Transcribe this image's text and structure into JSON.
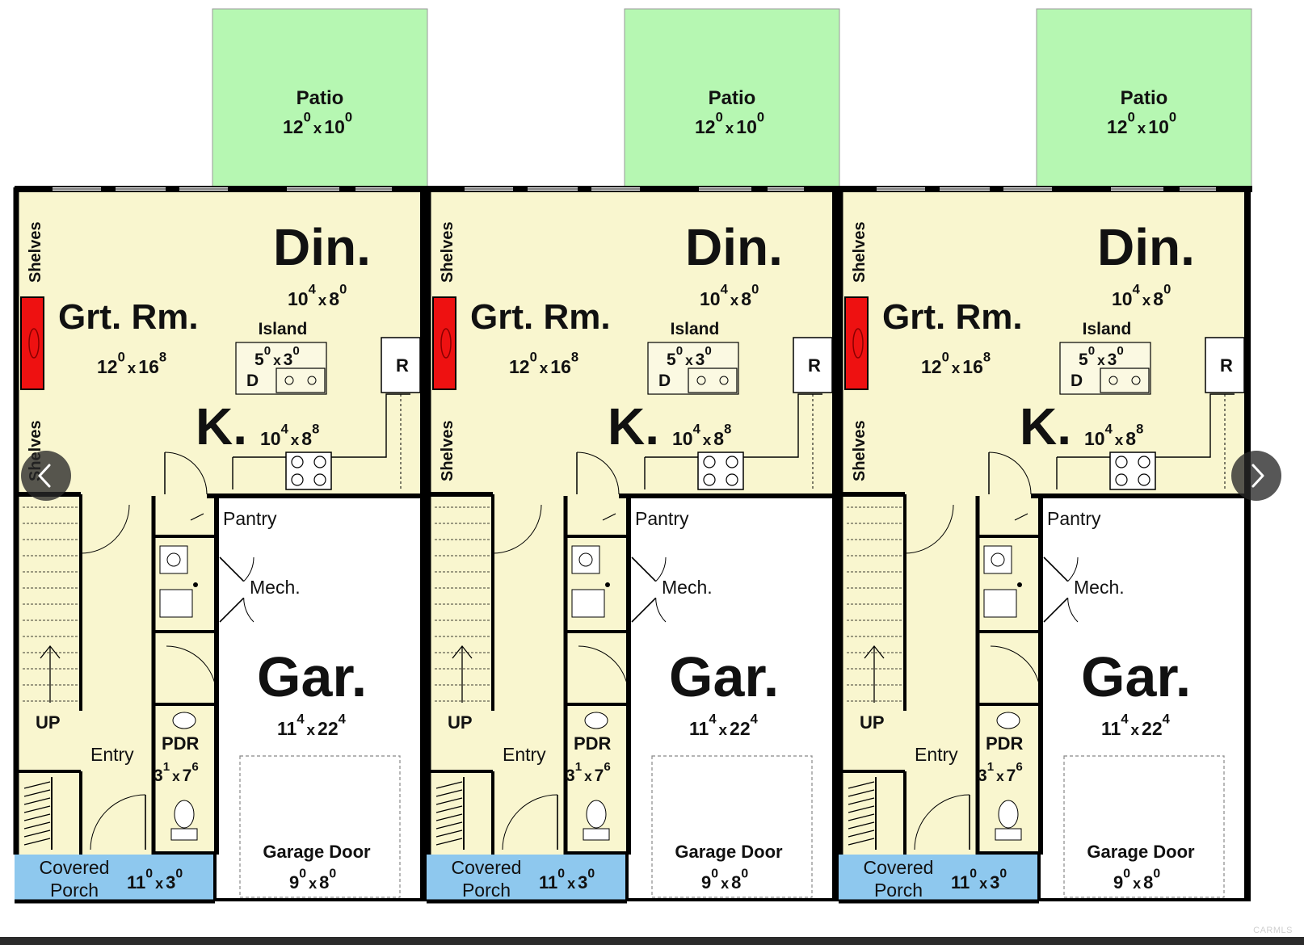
{
  "colors": {
    "patio": "#b6f7b2",
    "interior": "#f9f6cf",
    "porch": "#8ec8ee",
    "wall": "#000000",
    "fireplace": "#ee1111",
    "garage": "#ffffff",
    "nav_button": "#2f2f2f",
    "bottom_bar": "#2b2b2b"
  },
  "units": [
    {
      "patio": {
        "name": "Patio",
        "dim_w": "12",
        "dim_w_sup": "0",
        "dim_x": "x",
        "dim_h": "10",
        "dim_h_sup": "0"
      },
      "dining": {
        "name": "Din.",
        "dim_w": "10",
        "dim_w_sup": "4",
        "dim_x": "x",
        "dim_h": "8",
        "dim_h_sup": "0"
      },
      "great_room": {
        "name": "Grt. Rm.",
        "dim_w": "12",
        "dim_w_sup": "0",
        "dim_x": "x",
        "dim_h": "16",
        "dim_h_sup": "8"
      },
      "island": {
        "name": "Island",
        "dim_w": "5",
        "dim_w_sup": "0",
        "dim_x": "x",
        "dim_h": "3",
        "dim_h_sup": "0",
        "dishwasher": "D"
      },
      "refrigerator": "R",
      "kitchen": {
        "name": "K.",
        "dim_w": "10",
        "dim_w_sup": "4",
        "dim_x": "x",
        "dim_h": "8",
        "dim_h_sup": "8"
      },
      "shelves_upper": "Shelves",
      "shelves_lower": "Shelves",
      "pantry": "Pantry",
      "mech": "Mech.",
      "garage": {
        "name": "Gar.",
        "dim_w": "11",
        "dim_w_sup": "4",
        "dim_x": "x",
        "dim_h": "22",
        "dim_h_sup": "4"
      },
      "stairs_up": "UP",
      "entry": "Entry",
      "pdr": {
        "name": "PDR",
        "dim_w": "3",
        "dim_w_sup": "1",
        "dim_x": "x",
        "dim_h": "7",
        "dim_h_sup": "6"
      },
      "garage_door": {
        "name": "Garage Door",
        "dim_w": "9",
        "dim_w_sup": "0",
        "dim_x": "x",
        "dim_h": "8",
        "dim_h_sup": "0"
      },
      "porch": {
        "name_line1": "Covered",
        "name_line2": "Porch",
        "dim_w": "11",
        "dim_w_sup": "0",
        "dim_x": "x",
        "dim_h": "3",
        "dim_h_sup": "0"
      }
    },
    {
      "patio": {
        "name": "Patio",
        "dim_w": "12",
        "dim_w_sup": "0",
        "dim_x": "x",
        "dim_h": "10",
        "dim_h_sup": "0"
      },
      "dining": {
        "name": "Din.",
        "dim_w": "10",
        "dim_w_sup": "4",
        "dim_x": "x",
        "dim_h": "8",
        "dim_h_sup": "0"
      },
      "great_room": {
        "name": "Grt. Rm.",
        "dim_w": "12",
        "dim_w_sup": "0",
        "dim_x": "x",
        "dim_h": "16",
        "dim_h_sup": "8"
      },
      "island": {
        "name": "Island",
        "dim_w": "5",
        "dim_w_sup": "0",
        "dim_x": "x",
        "dim_h": "3",
        "dim_h_sup": "0",
        "dishwasher": "D"
      },
      "refrigerator": "R",
      "kitchen": {
        "name": "K.",
        "dim_w": "10",
        "dim_w_sup": "4",
        "dim_x": "x",
        "dim_h": "8",
        "dim_h_sup": "8"
      },
      "shelves_upper": "Shelves",
      "shelves_lower": "Shelves",
      "pantry": "Pantry",
      "mech": "Mech.",
      "garage": {
        "name": "Gar.",
        "dim_w": "11",
        "dim_w_sup": "4",
        "dim_x": "x",
        "dim_h": "22",
        "dim_h_sup": "4"
      },
      "stairs_up": "UP",
      "entry": "Entry",
      "pdr": {
        "name": "PDR",
        "dim_w": "3",
        "dim_w_sup": "1",
        "dim_x": "x",
        "dim_h": "7",
        "dim_h_sup": "6"
      },
      "garage_door": {
        "name": "Garage Door",
        "dim_w": "9",
        "dim_w_sup": "0",
        "dim_x": "x",
        "dim_h": "8",
        "dim_h_sup": "0"
      },
      "porch": {
        "name_line1": "Covered",
        "name_line2": "Porch",
        "dim_w": "11",
        "dim_w_sup": "0",
        "dim_x": "x",
        "dim_h": "3",
        "dim_h_sup": "0"
      }
    },
    {
      "patio": {
        "name": "Patio",
        "dim_w": "12",
        "dim_w_sup": "0",
        "dim_x": "x",
        "dim_h": "10",
        "dim_h_sup": "0"
      },
      "dining": {
        "name": "Din.",
        "dim_w": "10",
        "dim_w_sup": "4",
        "dim_x": "x",
        "dim_h": "8",
        "dim_h_sup": "0"
      },
      "great_room": {
        "name": "Grt. Rm.",
        "dim_w": "12",
        "dim_w_sup": "0",
        "dim_x": "x",
        "dim_h": "16",
        "dim_h_sup": "8"
      },
      "island": {
        "name": "Island",
        "dim_w": "5",
        "dim_w_sup": "0",
        "dim_x": "x",
        "dim_h": "3",
        "dim_h_sup": "0",
        "dishwasher": "D"
      },
      "refrigerator": "R",
      "kitchen": {
        "name": "K.",
        "dim_w": "10",
        "dim_w_sup": "4",
        "dim_x": "x",
        "dim_h": "8",
        "dim_h_sup": "8"
      },
      "shelves_upper": "Shelves",
      "shelves_lower": "Shelves",
      "pantry": "Pantry",
      "mech": "Mech.",
      "garage": {
        "name": "Gar.",
        "dim_w": "11",
        "dim_w_sup": "4",
        "dim_x": "x",
        "dim_h": "22",
        "dim_h_sup": "4"
      },
      "stairs_up": "UP",
      "entry": "Entry",
      "pdr": {
        "name": "PDR",
        "dim_w": "3",
        "dim_w_sup": "1",
        "dim_x": "x",
        "dim_h": "7",
        "dim_h_sup": "6"
      },
      "garage_door": {
        "name": "Garage Door",
        "dim_w": "9",
        "dim_w_sup": "0",
        "dim_x": "x",
        "dim_h": "8",
        "dim_h_sup": "0"
      },
      "porch": {
        "name_line1": "Covered",
        "name_line2": "Porch",
        "dim_w": "11",
        "dim_w_sup": "0",
        "dim_x": "x",
        "dim_h": "3",
        "dim_h_sup": "0"
      }
    }
  ],
  "navigation": {
    "prev_icon": "chevron-left-icon",
    "next_icon": "chevron-right-icon"
  },
  "watermark": "CARMLS"
}
